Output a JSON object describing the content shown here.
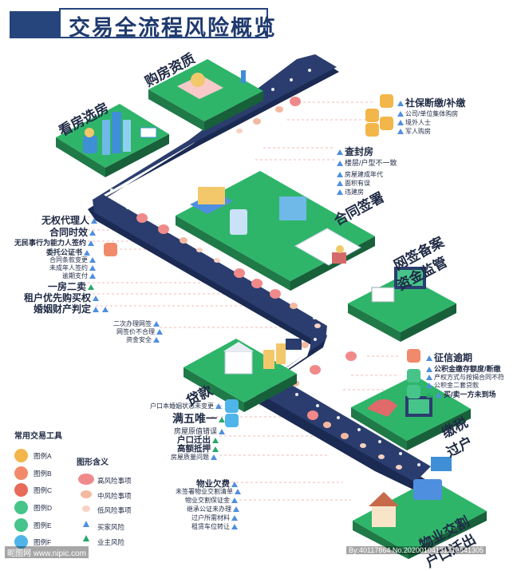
{
  "title": "交易全流程风险概览",
  "stages": {
    "kanfang": "看房选房",
    "goufang": "购房资质",
    "hetong": "合同签署",
    "wangqian": "网签备案",
    "jianguan": "资金监管",
    "daikuan": "贷款",
    "jiaoshui": "缴税",
    "guohu": "过户",
    "wuye": "物业交割",
    "hukou": "户口迁出"
  },
  "right_labels": {
    "shebao": "社保断缴/补缴",
    "shebao_items": [
      "公司/单位集体购房",
      "境外人士",
      "军人购房"
    ],
    "chafeng": "查封房",
    "huxing": "楼层/户型不一致",
    "fangwu_items": [
      "房屋建成年代",
      "面积有误",
      "违建房"
    ],
    "zhengxin": "征信逾期",
    "gongjijin": "公积金缴存额度/断缴",
    "chanquan_items": [
      "产权方式与按揭合同不符",
      "公积金二套贷款"
    ],
    "maimai": "买/卖一方未到场"
  },
  "left_labels": {
    "top_group": [
      "无权代理人",
      "合同时效"
    ],
    "wuminshi": "无民事行为能力人签约",
    "weituo": "委托公证书",
    "small_group": [
      "合同条款变更",
      "未成年人签约",
      "逾期支付"
    ],
    "yifang": "一房二卖",
    "zuhu": "租户优先购买权",
    "hunyin": "婚姻财产判定",
    "mid_group": [
      "二次办理网签",
      "网签价不合理",
      "资金安全"
    ],
    "hukou_zhuangtai": "户口本婚姻状态未变更",
    "manwu": "满五唯一",
    "lower_group": [
      "房屋原值错误",
      "户口迁出",
      "高额抵押",
      "房屋质量问题"
    ],
    "wuye_qian": "物业欠费",
    "wuye_items": [
      "未签署物业交割清单",
      "物业交割保证金",
      "继承公证未办理",
      "过户所需材料",
      "租赁车位转让"
    ]
  },
  "legend": {
    "tools_title": "常用交易工具",
    "tools": [
      "图例A",
      "图例B",
      "图例C",
      "图例D",
      "图例E",
      "图例F"
    ],
    "shapes_title": "图形含义",
    "shapes": [
      "高风险事项",
      "中风险事项",
      "低风险事项",
      "买家风险",
      "业主风险"
    ]
  },
  "colors": {
    "road": "#2b3d6e",
    "platform_top": "#2fb56a",
    "platform_side": "#1f7a48",
    "high_risk": "#f08a8a",
    "mid_risk": "#f3b9a0",
    "low_risk": "#f7d2c4",
    "buyer": "#4f8fe0",
    "owner": "#27a86a"
  },
  "watermark": {
    "left": "昵图网 www.nipic.com",
    "right": "By:40117864 No.20200104131213641305"
  }
}
